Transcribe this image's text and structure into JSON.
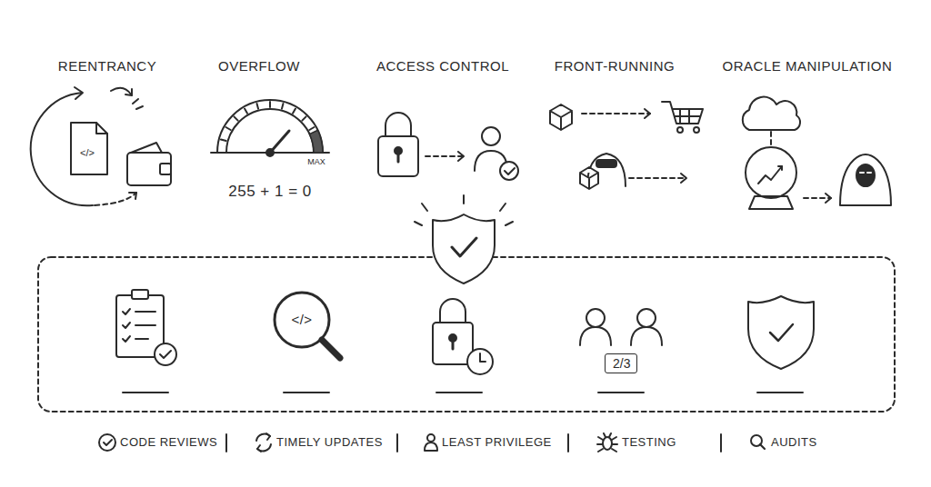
{
  "diagram": {
    "nodes": [
      {
        "text": [
          "2/3"
        ]
      }
    ],
    "labels": [
      "REENTRANCY",
      "OVERFLOW",
      "ACCESS CONTROL",
      "FRONT-RUNNING",
      "ORACLE MANIPULATION",
      "</>",
      "MAX",
      "255 + 1 = 0",
      "</>",
      "CODE REVIEWS",
      "TIMELY UPDATES",
      "LEAST PRIVILEGE",
      "TESTING",
      "AUDITS"
    ]
  }
}
